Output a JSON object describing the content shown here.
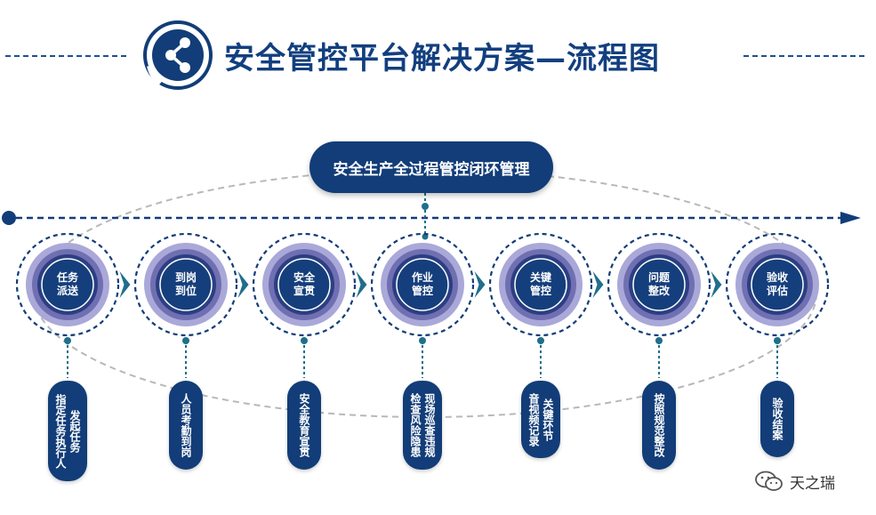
{
  "title": "安全管控平台解决方案—流程图",
  "cycle_label": "安全生产全过程管控闭环管理",
  "steps": [
    {
      "node": "任务\n派送",
      "desc": "发起任务\n指定任务执行人"
    },
    {
      "node": "到岗\n到位",
      "desc": "人员考勤到岗"
    },
    {
      "node": "安全\n宣贯",
      "desc": "安全教育宣贯"
    },
    {
      "node": "作业\n管控",
      "desc": "现场巡查违规\n检查风险隐患"
    },
    {
      "node": "关键\n管控",
      "desc": "关键环节\n音视频记录"
    },
    {
      "node": "问题\n整改",
      "desc": "按照规范整改"
    },
    {
      "node": "验收\n评估",
      "desc": "验收结案"
    }
  ],
  "watermark": "天之瑞",
  "colors": {
    "navy": "#123d78",
    "title": "#123f7f",
    "ring_outer": "#a9a8d8",
    "ring_mid": "#6f6fb2",
    "ring_inner": "#2b3f82",
    "core": "#153f7c",
    "teal": "#1f6f8b",
    "dash": "#1e4f92",
    "ellipse": "#b8b8b8"
  },
  "icons": {
    "logo": "share-network-icon",
    "arrow": "chevron-right-icon",
    "watermark": "wechat-icon"
  }
}
